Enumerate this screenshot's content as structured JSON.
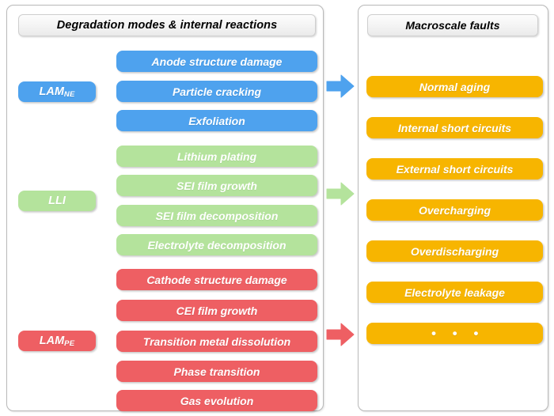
{
  "diagram": {
    "left_panel": {
      "title": "Degradation modes & internal reactions",
      "groups": [
        {
          "id": "lam-ne",
          "label_main": "LAM",
          "label_sub": "NE",
          "color": "#4ea2ee",
          "arrow_color": "#4ea2ee",
          "items": [
            "Anode structure damage",
            "Particle cracking",
            "Exfoliation"
          ]
        },
        {
          "id": "lli",
          "label_main": "LLI",
          "label_sub": "",
          "color": "#b4e39c",
          "arrow_color": "#b4e39c",
          "items": [
            "Lithium plating",
            "SEI film growth",
            "SEI film decomposition",
            "Electrolyte decomposition"
          ]
        },
        {
          "id": "lam-pe",
          "label_main": "LAM",
          "label_sub": "PE",
          "color": "#ee5f63",
          "arrow_color": "#ee5f63",
          "items": [
            "Cathode structure damage",
            "CEI film growth",
            "Transition metal dissolution",
            "Phase transition",
            "Gas evolution"
          ]
        }
      ]
    },
    "right_panel": {
      "title": "Macroscale faults",
      "color": "#f7b500",
      "items": [
        "Normal aging",
        "Internal short circuits",
        "External short circuits",
        "Overcharging",
        "Overdischarging",
        "Electrolyte leakage",
        "• • •"
      ]
    }
  }
}
